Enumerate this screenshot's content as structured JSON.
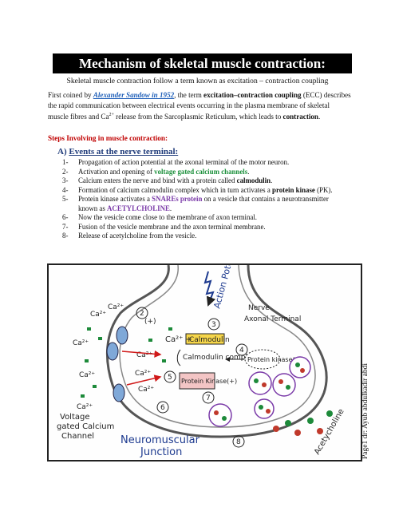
{
  "title": "Mechanism of skeletal muscle contraction:",
  "subtitle": "Skeletal muscle contraction follow a term known as excitation – contraction coupling",
  "intro": {
    "p1": "First coined by ",
    "link": "Alexander Sandow in 1952",
    "p2": ", the term ",
    "term": "excitation–contraction coupling",
    "p3": " (ECC) describes the rapid communication between electrical events occurring in the plasma membrane of skeletal muscle fibres and Ca",
    "sup": "2+",
    "p4": " release from the Sarcoplasmic Reticulum, which leads to ",
    "contraction": "contraction",
    "end": "."
  },
  "steps_heading": "Steps Involving in muscle contraction:",
  "section_a": {
    "prefix": "A)",
    "label": "Events at the nerve terminal:"
  },
  "events": [
    {
      "num": "1-",
      "text": "Propagation of action potential at the axonal terminal of the motor neuron."
    },
    {
      "num": "2-",
      "pre": "Activation and opening of ",
      "hl": "voltage gated calcium channels",
      "hl_class": "green",
      "post": "."
    },
    {
      "num": "3-",
      "pre": "Calcium enters the nerve and bind with a protein called ",
      "hl": "calmodulin",
      "hl_class": "b",
      "post": "."
    },
    {
      "num": "4-",
      "pre": "Formation of calcium calmodulin complex which in turn activates a ",
      "hl": "protein kinase",
      "hl_class": "b",
      "post": " (PK)."
    },
    {
      "num": "5-",
      "pre": "Protein kinase activates a ",
      "hl": "SNAREs protein",
      "hl_class": "purple",
      "post": " on a vesicle that contains a neurotransmitter known as ",
      "hl2": "ACETYLCHOLINE",
      "post2": "."
    },
    {
      "num": "6-",
      "text": "Now the vesicle come close to the membrane of axon terminal."
    },
    {
      "num": "7-",
      "text": "Fusion of the vesicle membrane and the axon terminal membrane."
    },
    {
      "num": "8-",
      "text": "Release of acetylcholine from the vesicle."
    }
  ],
  "diagram": {
    "action_potential": "Action Potential",
    "nerve_terminal": "Nerve Axonal Terminal",
    "calmodulin": "Calmodulin",
    "ca_ion": "Ca",
    "ca_plus": "2+",
    "calmodulin_complex": "Calmodulin complex",
    "protein_kinase_plus": "Protein kinase(+)",
    "protein_kinase_box": "Protein Kinase(+)",
    "plus": "(+)",
    "voltage_gated": "Voltage gated Calcium Channel",
    "neuromuscular": "Neuromuscular Junction",
    "acetylcholine": "Acetycholine",
    "numbers": [
      "2",
      "3",
      "4",
      "5",
      "6",
      "7",
      "8"
    ]
  },
  "side_credit": "Page1 dr: Ayub abdulkadir abdi"
}
